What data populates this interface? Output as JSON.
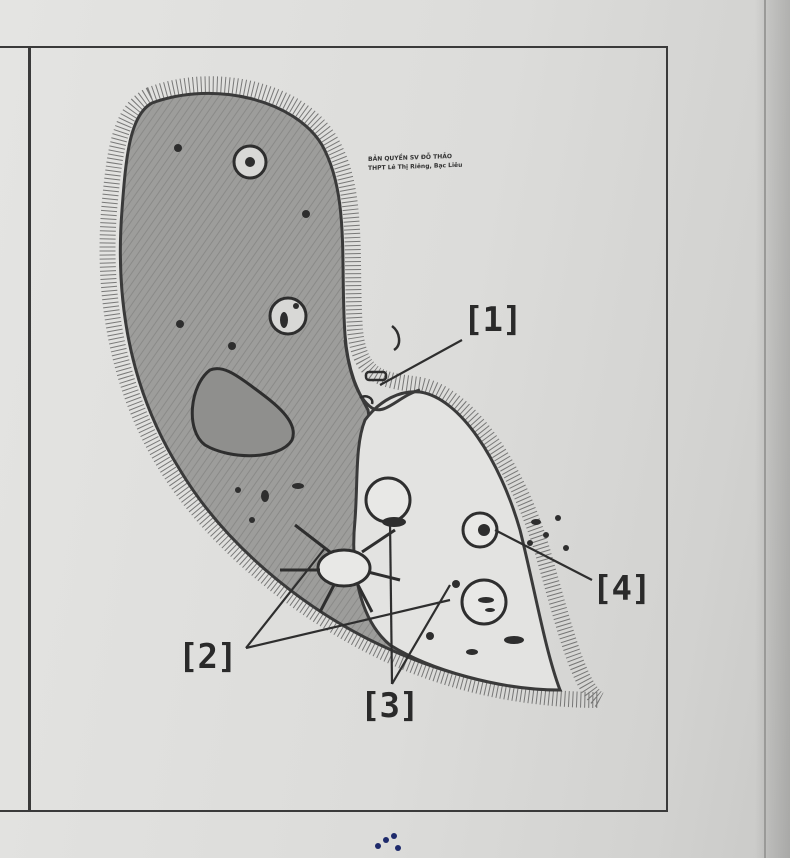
{
  "credit": {
    "line1": "BẢN QUYỀN SV ĐỖ THẢO",
    "line2": "THPT Lê Thị Riêng, Bạc Liêu"
  },
  "labels": {
    "l1": "[1]",
    "l2": "[2]",
    "l3": "[3]",
    "l4": "[4]"
  }
}
